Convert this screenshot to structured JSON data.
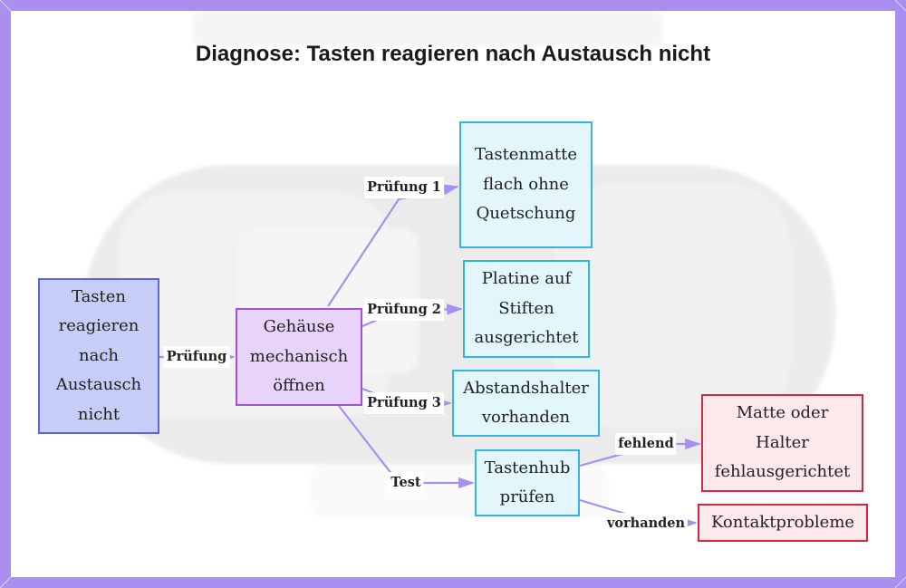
{
  "title": "Diagnose: Tasten reagieren nach Austausch nicht",
  "colors": {
    "frame": "#a98ff0",
    "edge": "#a98ff0",
    "start_fill": "#c6cdf7",
    "start_border": "#5b67d8",
    "process_fill": "#e8d3fb",
    "process_border": "#9d55d8",
    "check_fill": "#e2f6fc",
    "check_border": "#34b4e2",
    "fault_fill": "#fde8ec",
    "fault_border": "#cf2a43"
  },
  "nodes": {
    "start": "Tasten reagieren nach Austausch nicht",
    "open": "Gehäuse mechanisch öffnen",
    "mat": "Tastenmatte flach ohne Quetschung",
    "pcb": "Platine auf Stiften ausgerichtet",
    "spacer": "Abstandshalter vorhanden",
    "stroke": "Tastenhub prüfen",
    "misaligned": "Matte oder Halter fehlausgerichtet",
    "contact": "Kontaktprobleme"
  },
  "edges": {
    "start_open": "Prüfung",
    "open_mat": "Prüfung 1",
    "open_pcb": "Prüfung 2",
    "open_spacer": "Prüfung 3",
    "open_stroke": "Test",
    "stroke_misaligned": "fehlend",
    "stroke_contact": "vorhanden"
  }
}
